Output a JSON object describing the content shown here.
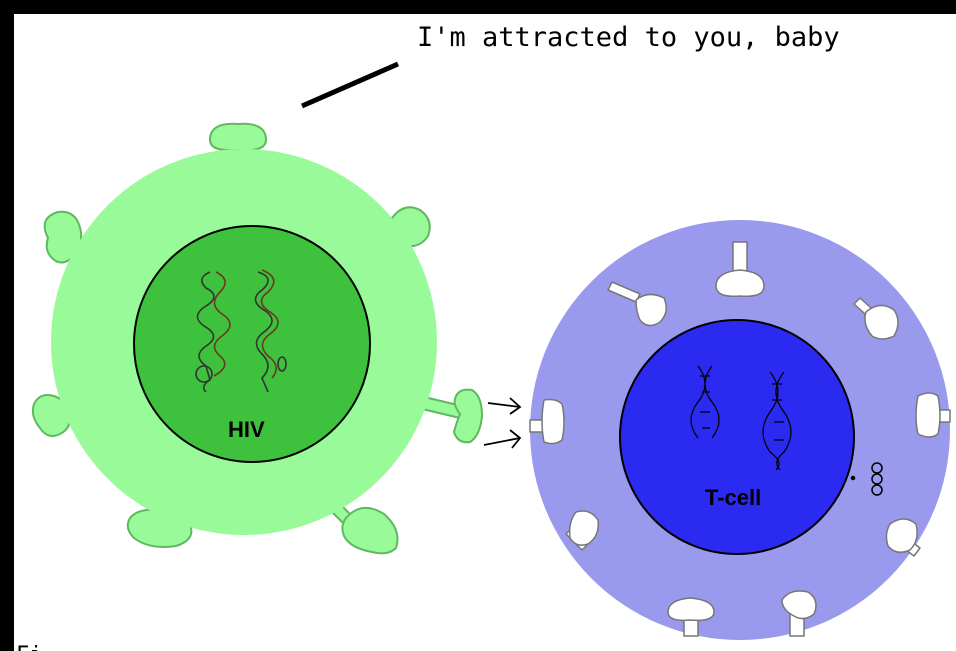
{
  "speech_bubble": {
    "text": "I'm attracted to you, baby"
  },
  "hiv": {
    "label": "HIV",
    "colors": {
      "envelope": "#99fa99",
      "core": "#3ec23e",
      "receptor": "#99fa99",
      "outline": "#000000"
    }
  },
  "tcell": {
    "label": "T-cell",
    "colors": {
      "membrane": "#9999ee",
      "nucleus": "#2a2af0",
      "receptor": "#ffffff",
      "outline": "#000000"
    }
  },
  "figure_caption": {
    "text": "Fi"
  }
}
